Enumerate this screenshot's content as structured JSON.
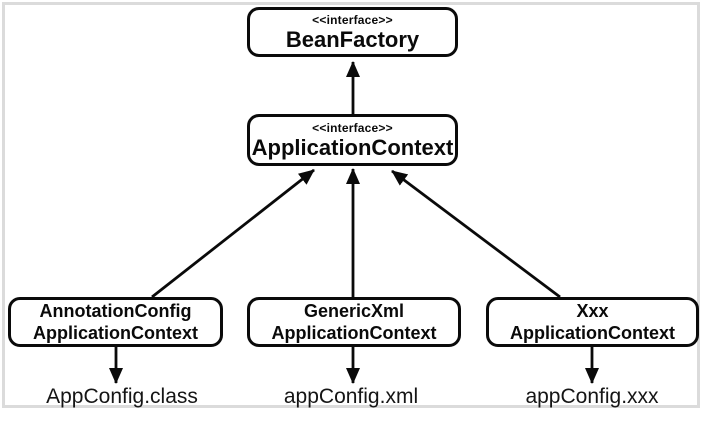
{
  "diagram": {
    "colors": {
      "ink": "#0a0a0a",
      "frame_border": "#dbdbdb",
      "background": "#ffffff"
    },
    "nodes": {
      "bean_factory": {
        "stereotype": "<<interface>>",
        "name": "BeanFactory"
      },
      "application_context": {
        "stereotype": "<<interface>>",
        "name": "ApplicationContext"
      },
      "annotation_config_application_context": {
        "line1": "AnnotationConfig",
        "line2": "ApplicationContext"
      },
      "generic_xml_application_context": {
        "line1": "GenericXml",
        "line2": "ApplicationContext"
      },
      "xxx_application_context": {
        "line1": "Xxx",
        "line2": "ApplicationContext"
      }
    },
    "artifacts": {
      "app_config_class": "AppConfig.class",
      "app_config_xml": "appConfig.xml",
      "app_config_xxx": "appConfig.xxx"
    },
    "edges": [
      {
        "from": "ApplicationContext",
        "to": "BeanFactory",
        "style": "solid-arrow"
      },
      {
        "from": "AnnotationConfigApplicationContext",
        "to": "ApplicationContext",
        "style": "solid-arrow"
      },
      {
        "from": "GenericXmlApplicationContext",
        "to": "ApplicationContext",
        "style": "solid-arrow"
      },
      {
        "from": "XxxApplicationContext",
        "to": "ApplicationContext",
        "style": "solid-arrow"
      },
      {
        "from": "AnnotationConfigApplicationContext",
        "to": "AppConfig.class",
        "style": "solid-arrow"
      },
      {
        "from": "GenericXmlApplicationContext",
        "to": "appConfig.xml",
        "style": "solid-arrow"
      },
      {
        "from": "XxxApplicationContext",
        "to": "appConfig.xxx",
        "style": "solid-arrow"
      }
    ]
  }
}
